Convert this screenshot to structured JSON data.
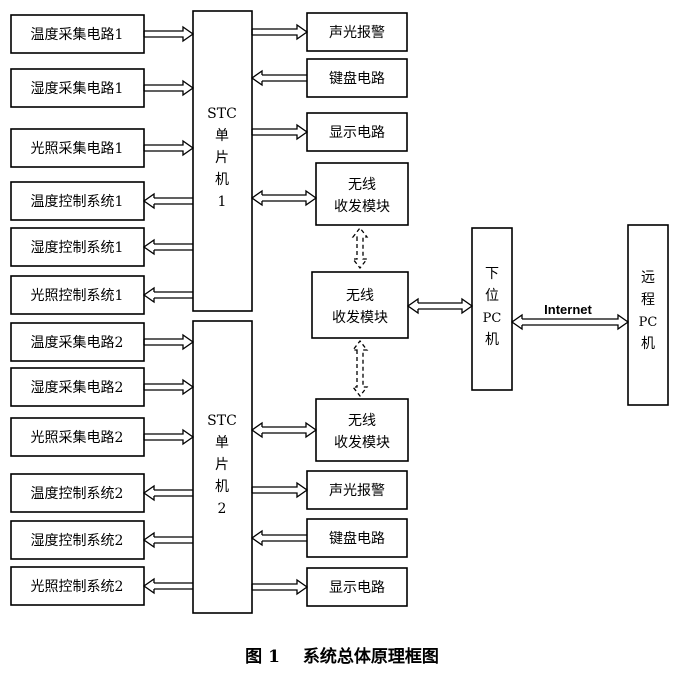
{
  "left_modules_group1": [
    "温度采集电路1",
    "湿度采集电路1",
    "光照采集电路1",
    "温度控制系统1",
    "湿度控制系统1",
    "光照控制系统1"
  ],
  "left_modules_group2": [
    "温度采集电路2",
    "湿度采集电路2",
    "光照采集电路2",
    "温度控制系统2",
    "湿度控制系统2",
    "光照控制系统2"
  ],
  "mcu1": [
    "STC",
    "单",
    "片",
    "机",
    "1"
  ],
  "mcu2": [
    "STC",
    "单",
    "片",
    "机",
    "2"
  ],
  "right_modules_group1": [
    "声光报警",
    "键盘电路",
    "显示电路"
  ],
  "right_modules_group2": [
    "声光报警",
    "键盘电路",
    "显示电路"
  ],
  "wireless_top": [
    "无线",
    "收发模块"
  ],
  "wireless_mid": [
    "无线",
    "收发模块"
  ],
  "wireless_bottom": [
    "无线",
    "收发模块"
  ],
  "lower_pc": [
    "下",
    "位",
    "PC",
    "机"
  ],
  "remote_pc": [
    "远",
    "程",
    "PC",
    "机"
  ],
  "internet_label": "Internet",
  "caption": "图 1　 系统总体原理框图"
}
